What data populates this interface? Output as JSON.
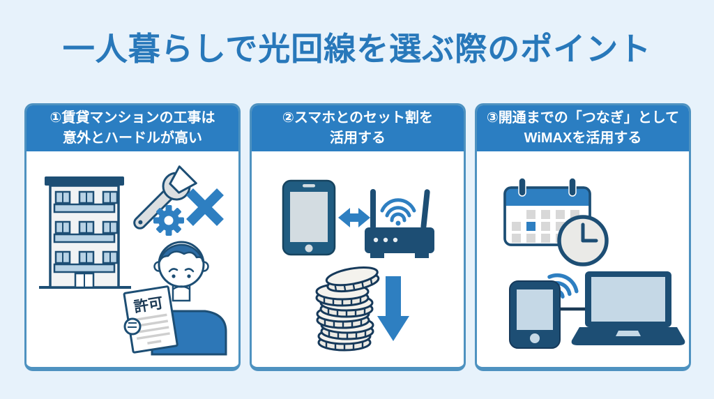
{
  "title": "一人暮らしで光回線を選ぶ際のポイント",
  "panels": [
    {
      "heading_line1": "①賃貸マンションの工事は",
      "heading_line2": "意外とハードルが高い",
      "permit_label": "許可",
      "icons": [
        "apartment-building-icon",
        "wrench-icon",
        "gear-icon",
        "cross-mark-icon",
        "worried-person-icon",
        "permit-document-icon"
      ]
    },
    {
      "heading_line1": "②スマホとのセット割を",
      "heading_line2": "活用する",
      "icons": [
        "smartphone-icon",
        "sync-arrows-icon",
        "wifi-router-icon",
        "wifi-waves-icon",
        "coin-stack-icon",
        "down-arrow-icon"
      ]
    },
    {
      "heading_line1": "③開通までの「つなぎ」として",
      "heading_line2": "WiMAXを活用する",
      "icons": [
        "calendar-icon",
        "clock-icon",
        "mobile-wifi-router-icon",
        "wifi-waves-icon",
        "laptop-icon"
      ]
    }
  ],
  "colors": {
    "background": "#e7f2fb",
    "title_text": "#2878ba",
    "panel_header_bg": "#2b7ec2",
    "panel_header_text": "#ffffff",
    "panel_border": "#4e92c0",
    "icon_navy": "#1d4e74",
    "icon_blue": "#2e7fc1",
    "icon_light_blue": "#c5d8e6",
    "icon_gray": "#d8d8d8"
  }
}
